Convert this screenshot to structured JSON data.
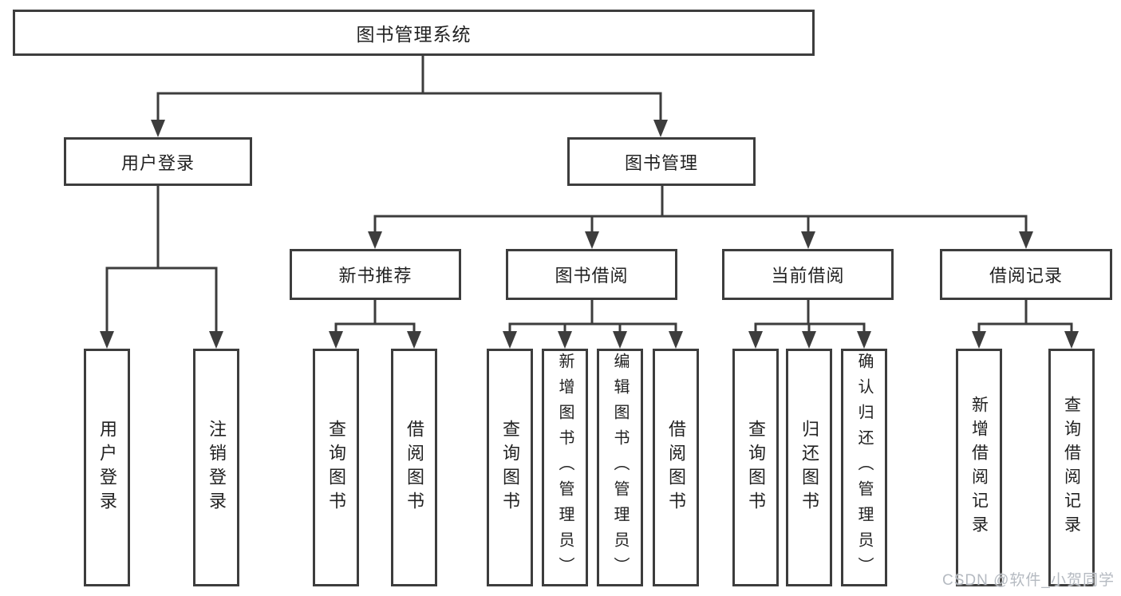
{
  "diagram": {
    "type": "function-structure-tree",
    "language": "zh-CN"
  },
  "nodes": {
    "root": "图书管理系统",
    "userLogin": "用户登录",
    "bookMgmt": "图书管理",
    "newBookRec": "新书推荐",
    "bookBorrow": "图书借阅",
    "currentBorrow": "当前借阅",
    "borrowRecords": "借阅记录",
    "leafUserLogin": "用户登录",
    "leafLogout": "注销登录",
    "leafQueryBook1": "查询图书",
    "leafBorrowBook1": "借阅图书",
    "leafQueryBook2": "查询图书",
    "leafAddBookAdmin": "新增图书（管理员）",
    "leafEditBookAdmin": "编辑图书（管理员）",
    "leafBorrowBook2": "借阅图书",
    "leafQueryBook3": "查询图书",
    "leafReturnBook": "归还图书",
    "leafConfirmReturnAdmin": "确认归还（管理员）",
    "leafAddBorrowRecord": "新增借阅记录",
    "leafQueryBorrowRecord": "查询借阅记录"
  },
  "hierarchy": [
    {
      "parent": "图书管理系统",
      "children": [
        "用户登录",
        "图书管理"
      ]
    },
    {
      "parent": "用户登录",
      "children": [
        "用户登录",
        "注销登录"
      ]
    },
    {
      "parent": "图书管理",
      "children": [
        "新书推荐",
        "图书借阅",
        "当前借阅",
        "借阅记录"
      ]
    },
    {
      "parent": "新书推荐",
      "children": [
        "查询图书",
        "借阅图书"
      ]
    },
    {
      "parent": "图书借阅",
      "children": [
        "查询图书",
        "新增图书（管理员）",
        "编辑图书（管理员）",
        "借阅图书"
      ]
    },
    {
      "parent": "当前借阅",
      "children": [
        "查询图书",
        "归还图书",
        "确认归还（管理员）"
      ]
    },
    {
      "parent": "借阅记录",
      "children": [
        "新增借阅记录",
        "查询借阅记录"
      ]
    }
  ],
  "watermark": "CSDN @软件_小贺同学",
  "colors": {
    "line": "#3d3d3d",
    "text": "#222222",
    "background": "#ffffff",
    "watermark": "#b5bac1"
  }
}
